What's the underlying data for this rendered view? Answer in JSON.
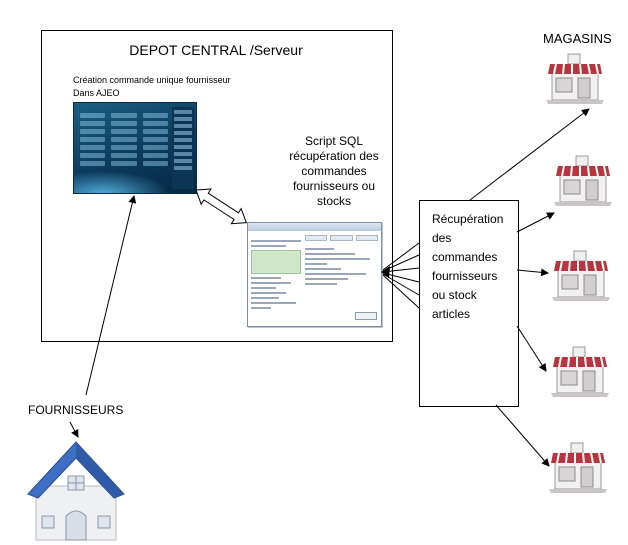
{
  "central": {
    "title": "DEPOT CENTRAL /Serveur",
    "subtitle_line1": "Création commande  unique fournisseur",
    "subtitle_line2": "Dans AJEO"
  },
  "script_note": {
    "lines": [
      "Script SQL",
      "récupération des",
      "commandes",
      "fournisseurs ou",
      "stocks"
    ]
  },
  "recup_box": {
    "lines": [
      "Récupération",
      "des",
      "commandes",
      "fournisseurs",
      "ou stock",
      "articles"
    ]
  },
  "magasins_label": "MAGASINS",
  "fournisseurs_label": "FOURNISSEURS",
  "icons": {
    "store": "store-awning-icon",
    "warehouse": "supplier-house-icon"
  },
  "colors": {
    "awning_red": "#b8353d",
    "roof_blue": "#3f6fc4",
    "app_blue": "#0c3b5e"
  }
}
